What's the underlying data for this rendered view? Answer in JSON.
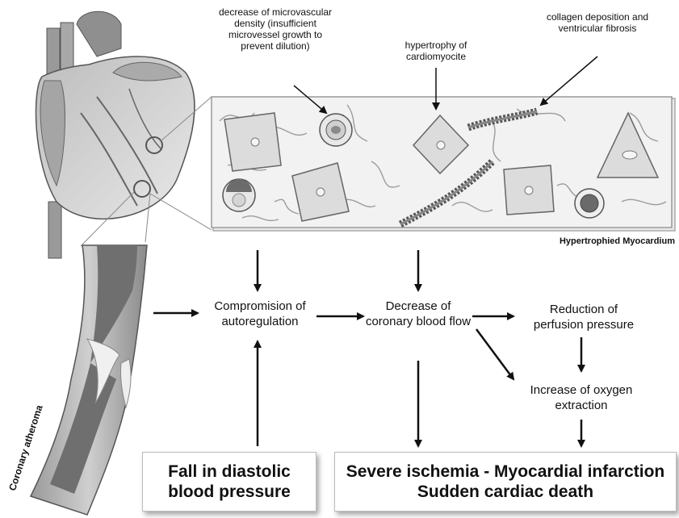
{
  "annotations": {
    "microvascular": "decrease of microvascular density  (insufficient microvessel growth to prevent dilution)",
    "hypertrophy": "hypertrophy of cardiomyocite",
    "collagen": "collagen deposition and ventricular fibrosis"
  },
  "labels": {
    "myocardium": "Hypertrophied Myocardium",
    "atheroma": "Coronary atheroma"
  },
  "nodes": {
    "autoregulation": "Compromision of autoregulation",
    "coronary_flow": "Decrease of coronary blood flow",
    "perfusion": "Reduction of perfusion pressure",
    "oxygen": "Increase of oxygen extraction"
  },
  "outcomes": {
    "diastolic": "Fall in diastolic blood pressure",
    "ischemia_line1": "Severe ischemia - Myocardial infarction",
    "ischemia_line2": "Sudden cardiac death"
  },
  "colors": {
    "arrow": "#111111",
    "tissue": "#f0f0f0",
    "cell": "#e6e6e6",
    "fiber": "#666666",
    "vessel": "#7a7a7a"
  },
  "icons": [
    "heart-illustration",
    "artery-illustration",
    "cardiomyocyte-cell",
    "microvessel",
    "collagen-fiber"
  ]
}
